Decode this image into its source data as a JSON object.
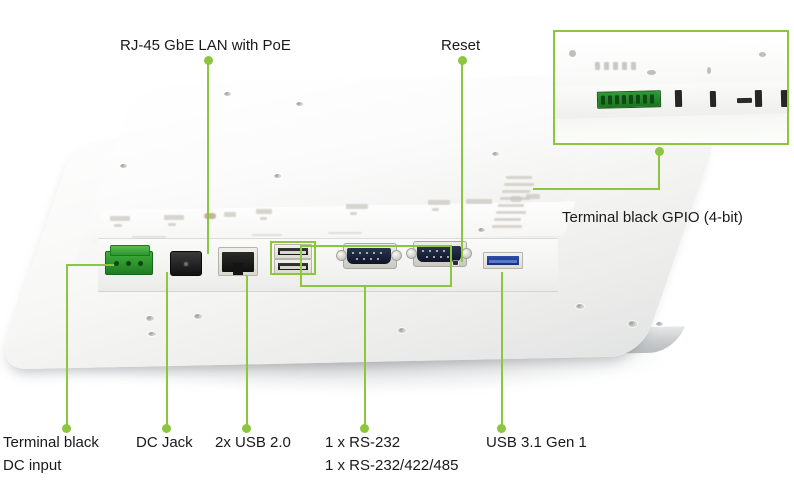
{
  "diagram": {
    "title": "Panel PC rear I/O callout diagram",
    "accent_color": "#8cc63e",
    "text_color": "#1a1a1a"
  },
  "callouts": {
    "lan": "RJ-45 GbE LAN with PoE",
    "reset": "Reset",
    "gpio": "Terminal black GPIO (4-bit)",
    "terminal_dc_line1": "Terminal black",
    "terminal_dc_line2": "DC input",
    "dc_jack": "DC Jack",
    "usb2": "2x USB 2.0",
    "serial_line1": "1 x RS-232",
    "serial_line2": "1 x RS-232/422/485",
    "usb3": "USB 3.1 Gen 1"
  },
  "inset": {
    "name": "terminal-block-gpio-closeup"
  },
  "ports": [
    {
      "name": "terminal-block-dc-input",
      "type": "green-terminal-block"
    },
    {
      "name": "dc-jack",
      "type": "barrel-jack"
    },
    {
      "name": "rj45-lan-port",
      "type": "rj45"
    },
    {
      "name": "usb-2-0-stacked",
      "type": "usb-a-x2"
    },
    {
      "name": "serial-port-1",
      "type": "db9"
    },
    {
      "name": "serial-port-2",
      "type": "db9"
    },
    {
      "name": "reset-pinhole",
      "type": "pinhole"
    },
    {
      "name": "usb-3-1-gen-1",
      "type": "usb-a-blue"
    }
  ]
}
